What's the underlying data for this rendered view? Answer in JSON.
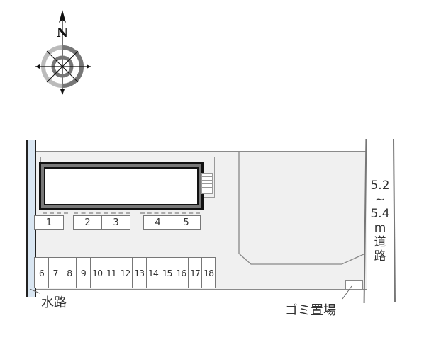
{
  "compass": {
    "north_label": "N",
    "icon": "compass-rose-icon"
  },
  "building": {
    "name": "apartment-building"
  },
  "parking": {
    "row1": [
      "1",
      "2",
      "3",
      "4",
      "5"
    ],
    "row2": [
      "6",
      "7",
      "8",
      "9",
      "10",
      "11",
      "12",
      "13",
      "14",
      "15",
      "16",
      "17",
      "18"
    ]
  },
  "labels": {
    "waterway": "水路",
    "garbage": "ゴミ置場",
    "road_width": [
      "5.2",
      "~",
      "5.4",
      "m",
      "道",
      "路"
    ]
  },
  "colors": {
    "lot": "#f0f0f0",
    "building_border": "#111111",
    "waterway": "#d9e6f2"
  }
}
